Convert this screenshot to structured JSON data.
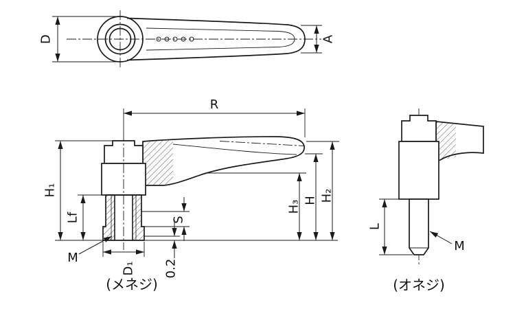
{
  "drawing": {
    "top_view": {
      "dim_D": "D",
      "dim_A": "A"
    },
    "front_view": {
      "dim_R": "R",
      "dim_H1": "H₁",
      "dim_Lf": "Lf",
      "dim_M": "M",
      "dim_D1": "D₁",
      "dim_S": "S",
      "dim_0_2": "0.2",
      "dim_H3": "H₃",
      "dim_H": "H",
      "dim_H2": "H₂",
      "caption": "(メネジ)"
    },
    "side_view": {
      "dim_L": "L",
      "dim_M": "M",
      "caption": "(オネジ)"
    },
    "colors": {
      "line": "#1a1a1a",
      "background": "#ffffff"
    }
  }
}
